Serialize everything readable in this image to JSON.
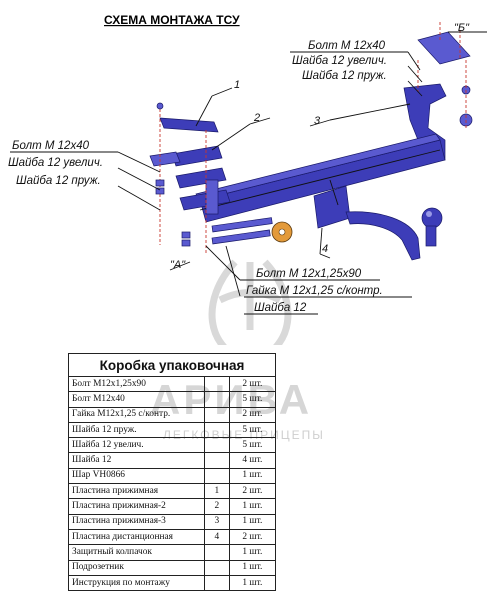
{
  "title": "СХЕМА МОНТАЖА ТСУ",
  "callouts": {
    "left": [
      "Болт М 12х40",
      "Шайба 12 увелич.",
      "Шайба 12 пруж."
    ],
    "right": [
      "Болт М 12х40",
      "Шайба 12 увелич.",
      "Шайба 12 пруж."
    ],
    "bottom": [
      "Болт М 12х1,25х90",
      "Гайка М 12х1,25 с/контр.",
      "Шайба 12"
    ]
  },
  "views": {
    "a": "\"А\"",
    "b": "\"Б\""
  },
  "positions": [
    "1",
    "2",
    "3",
    "4"
  ],
  "watermark": {
    "brand": "АРИВА",
    "tagline": "ЛЕГКОВЫЕ ПРИЦЕПЫ"
  },
  "box": {
    "title": "Коробка упаковочная",
    "rows": [
      {
        "name": "Болт М12х1,25х90",
        "pos": "",
        "qty": "2 шт."
      },
      {
        "name": "Болт М12х40",
        "pos": "",
        "qty": "5 шт."
      },
      {
        "name": "Гайка М12х1,25 с/контр.",
        "pos": "",
        "qty": "2 шт."
      },
      {
        "name": "Шайба 12 пруж.",
        "pos": "",
        "qty": "5 шт."
      },
      {
        "name": "Шайба 12 увелич.",
        "pos": "",
        "qty": "5 шт."
      },
      {
        "name": "Шайба 12",
        "pos": "",
        "qty": "4 шт."
      },
      {
        "name": "Шар  VH0866",
        "pos": "",
        "qty": "1 шт."
      },
      {
        "name": "Пластина прижимная",
        "pos": "1",
        "qty": "2 шт."
      },
      {
        "name": "Пластина прижимная-2",
        "pos": "2",
        "qty": "1 шт."
      },
      {
        "name": "Пластина прижимная-3",
        "pos": "3",
        "qty": "1 шт."
      },
      {
        "name": "Пластина дистанционная",
        "pos": "4",
        "qty": "2 шт."
      },
      {
        "name": "Защитный колпачок",
        "pos": "",
        "qty": "1 шт."
      },
      {
        "name": "Подрозетник",
        "pos": "",
        "qty": "1 шт."
      },
      {
        "name": "Инструкция по монтажу",
        "pos": "",
        "qty": "1 шт."
      }
    ]
  }
}
